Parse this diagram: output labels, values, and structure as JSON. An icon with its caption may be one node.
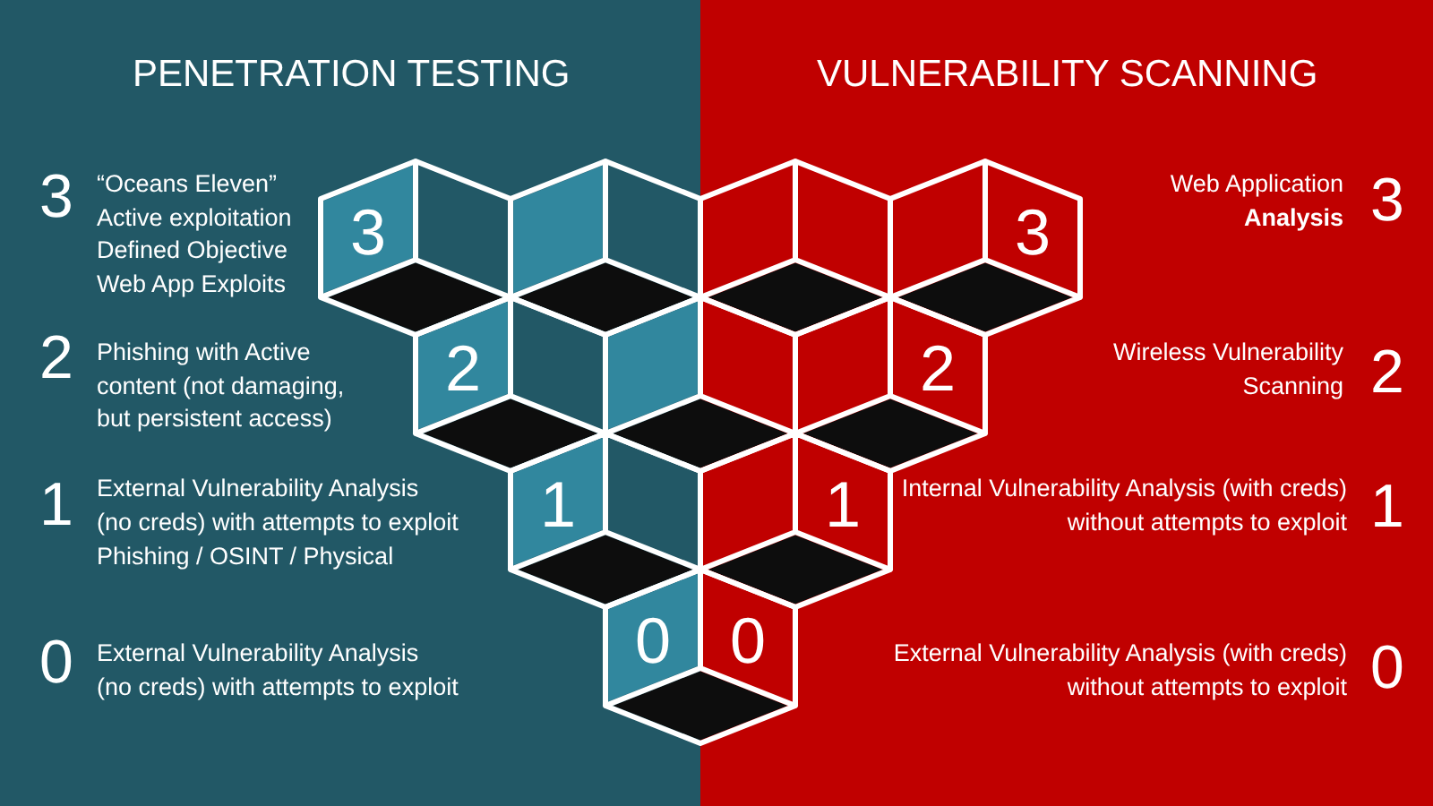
{
  "diagram": {
    "nodes": [
      {
        "text": [
          "PENETRATION TESTING"
        ]
      },
      {
        "text": [
          "VULNERABILITY SCANNING"
        ]
      },
      {
        "text": [
          "3"
        ],
        "in": 0
      },
      {
        "text": [],
        "shape": "cube",
        "in": 0
      },
      {
        "text": [],
        "shape": "cube",
        "in": 1
      },
      {
        "text": [
          "3"
        ],
        "in": 1
      },
      {
        "text": [
          "2"
        ],
        "in": 0
      },
      {
        "text": [],
        "shape": "cube"
      },
      {
        "text": [
          "2"
        ],
        "in": 1
      },
      {
        "text": [
          "1"
        ],
        "in": 0
      },
      {
        "text": [
          "1"
        ],
        "in": 1
      },
      {
        "text": [
          "0",
          "0"
        ]
      }
    ],
    "labels": [
      "3",
      "“Oceans Eleven”",
      "Active exploitation",
      "Defined Objective",
      "Web App Exploits",
      "Web Application **Analysis**",
      "3",
      "2",
      "Phishing with Active content (not damaging, but persistent access)",
      "Wireless Vulnerability Scanning",
      "2",
      "1",
      "External Vulnerability Analysis (no creds) with attempts to exploit",
      "Phishing / OSINT / Physical",
      "Internal Vulnerability Analysis (with creds) without attempts to exploit",
      "1",
      "0",
      "External Vulnerability Analysis (no creds) with attempts to exploit",
      "External Vulnerability Analysis (with creds) without attempts to exploit",
      "0"
    ]
  }
}
